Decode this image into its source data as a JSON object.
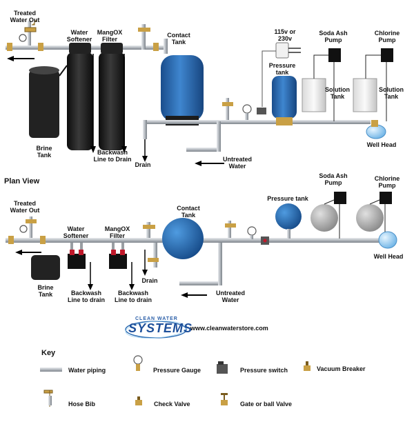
{
  "elevation_labels": {
    "treated_water_out": "Treated\nWater Out",
    "water_softener": "Water\nSoftener",
    "mangox_filter": "MangOX\nFilter",
    "contact_tank": "Contact\nTank",
    "power": "115v or\n230v",
    "pressure_tank": "Pressure\ntank",
    "soda_ash_pump": "Soda Ash\nPump",
    "chlorine_pump": "Chlorine\nPump",
    "solution_tank_1": "Solution\nTank",
    "solution_tank_2": "Solution\nTank",
    "brine_tank": "Brine\nTank",
    "backwash": "Backwash\nLine to Drain",
    "drain": "Drain",
    "untreated_water": "Untreated\nWater",
    "well_head": "Well Head"
  },
  "plan_view": {
    "title": "Plan View",
    "treated_water_out": "Treated\nWater Out",
    "water_softener": "Water\nSoftener",
    "mangox_filter": "MangOX\nFilter",
    "contact_tank": "Contact\nTank",
    "pressure_tank": "Pressure tank",
    "soda_ash_pump": "Soda Ash\nPump",
    "chlorine_pump": "Chlorine\nPump",
    "brine_tank": "Brine\nTank",
    "backwash_1": "Backwash\nLine to drain",
    "backwash_2": "Backwash\nLine to drain",
    "drain": "Drain",
    "untreated_water": "Untreated\nWater",
    "well_head": "Well Head"
  },
  "logo": {
    "top": "CLEAN WATER",
    "main": "SYSTEMS",
    "url": "www.cleanwaterstore.com"
  },
  "key": {
    "title": "Key",
    "water_piping": "Water piping",
    "pressure_gauge": "Pressure Gauge",
    "pressure_switch": "Pressure switch",
    "vacuum_breaker": "Vacuum Breaker",
    "hose_bib": "Hose Bib",
    "check_valve": "Check Valve",
    "gate_valve": "Gate or ball Valve"
  },
  "colors": {
    "pipe": "#b9bec4",
    "brass": "#c9a045",
    "tank_blue": "#2e6db3",
    "softener_black": "#1c1c1c",
    "wellhead_blue": "#9fd0f0"
  }
}
